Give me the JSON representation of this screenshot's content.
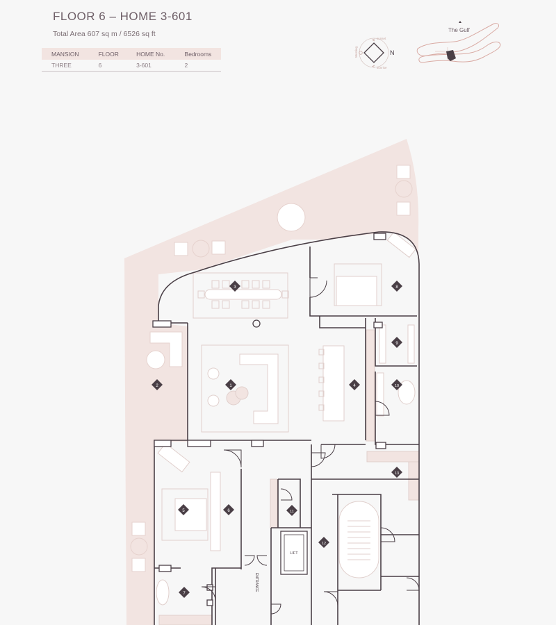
{
  "header": {
    "title": "FLOOR 6 – HOME 3-601",
    "area": "Total Area 607 sq m / 6526 sq ft"
  },
  "info_table": {
    "headers": [
      "MANSION",
      "FLOOR",
      "HOME No.",
      "Bedrooms"
    ],
    "values": [
      "THREE",
      "6",
      "3-601",
      "2"
    ]
  },
  "compass": {
    "north": "N",
    "sunset": "sunset",
    "sunrise": "sunrise",
    "west": "Westing"
  },
  "keyplan": {
    "label": "The Gulf"
  },
  "plan": {
    "rooms": [
      "1",
      "2",
      "3",
      "4",
      "5",
      "6",
      "7",
      "8",
      "9",
      "10",
      "11",
      "12",
      "13"
    ],
    "lift_label": "LIFT",
    "entrance_label": "ENTRANCE"
  },
  "colors": {
    "accent": "#6e5f67",
    "terrace": "#f2e4e1",
    "wall": "#4a3f46",
    "background": "#f7f7f7"
  }
}
